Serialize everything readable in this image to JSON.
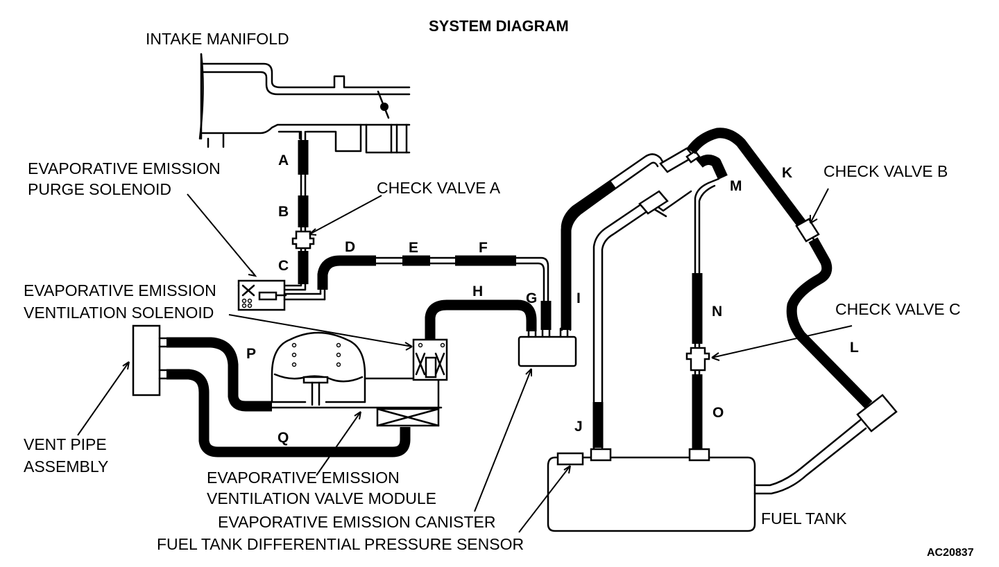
{
  "title": "SYSTEM DIAGRAM",
  "figure_code": "AC20837",
  "components": {
    "intake_manifold": "INTAKE MANIFOLD",
    "purge_solenoid": [
      "EVAPORATIVE EMISSION",
      "PURGE SOLENOID"
    ],
    "check_valve_a": "CHECK VALVE A",
    "check_valve_b": "CHECK VALVE B",
    "check_valve_c": "CHECK VALVE C",
    "ventilation_solenoid": [
      "EVAPORATIVE EMISSION",
      "VENTILATION SOLENOID"
    ],
    "vent_pipe": [
      "VENT PIPE",
      "ASSEMBLY"
    ],
    "ventilation_valve_module": [
      "EVAPORATIVE EMISSION",
      "VENTILATION VALVE MODULE"
    ],
    "canister": "EVAPORATIVE EMISSION CANISTER",
    "pressure_sensor": "FUEL TANK DIFFERENTIAL PRESSURE SENSOR",
    "fuel_tank": "FUEL TANK"
  },
  "hose_labels": {
    "A": "A",
    "B": "B",
    "C": "C",
    "D": "D",
    "E": "E",
    "F": "F",
    "G": "G",
    "H": "H",
    "I": "I",
    "J": "J",
    "K": "K",
    "L": "L",
    "M": "M",
    "N": "N",
    "O": "O",
    "P": "P",
    "Q": "Q"
  }
}
